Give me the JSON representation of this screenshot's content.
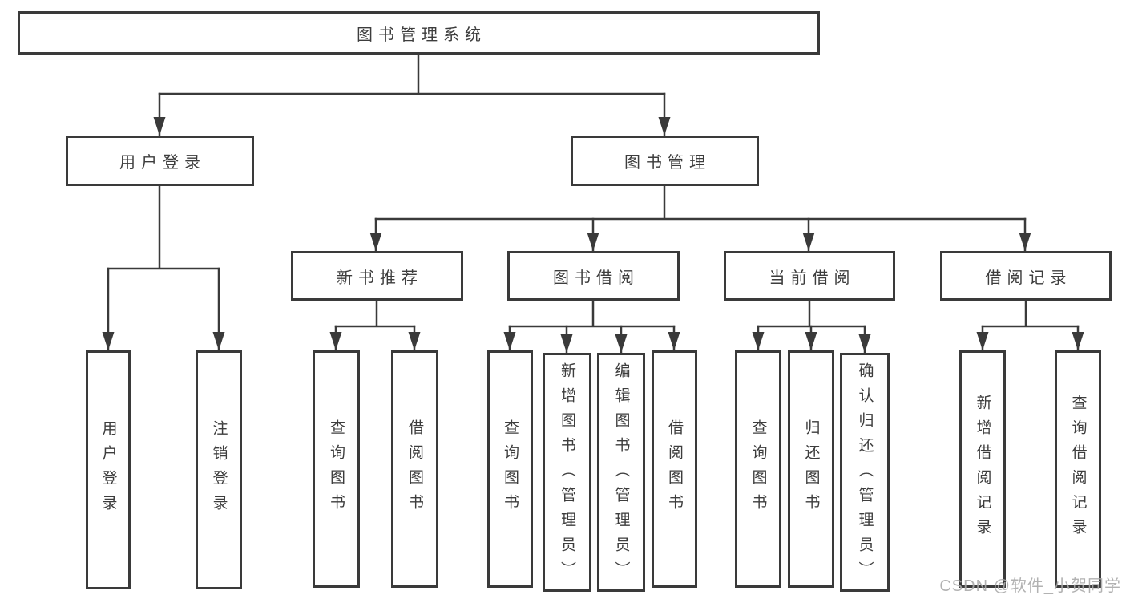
{
  "diagram": {
    "tree": {
      "label": "图书管理系统",
      "children": [
        {
          "label": "用户登录",
          "children": [
            {
              "label": "用户登录"
            },
            {
              "label": "注销登录"
            }
          ]
        },
        {
          "label": "图书管理",
          "children": [
            {
              "label": "新书推荐",
              "children": [
                {
                  "label": "查询图书"
                },
                {
                  "label": "借阅图书"
                }
              ]
            },
            {
              "label": "图书借阅",
              "children": [
                {
                  "label": "查询图书"
                },
                {
                  "label": "新增图书（管理员）"
                },
                {
                  "label": "编辑图书（管理员）"
                },
                {
                  "label": "借阅图书"
                }
              ]
            },
            {
              "label": "当前借阅",
              "children": [
                {
                  "label": "查询图书"
                },
                {
                  "label": "归还图书"
                },
                {
                  "label": "确认归还（管理员）"
                }
              ]
            },
            {
              "label": "借阅记录",
              "children": [
                {
                  "label": "新增借阅记录"
                },
                {
                  "label": "查询借阅记录"
                }
              ]
            }
          ]
        }
      ]
    }
  },
  "watermark": {
    "text": "CSDN @软件_小贺同学"
  },
  "colors": {
    "line": "#3a3a3a",
    "box_border": "#3a3a3a",
    "box_background": "#ffffff",
    "text": "#3d3d3d",
    "watermark": "#aaaaaa",
    "background": "#ffffff"
  }
}
